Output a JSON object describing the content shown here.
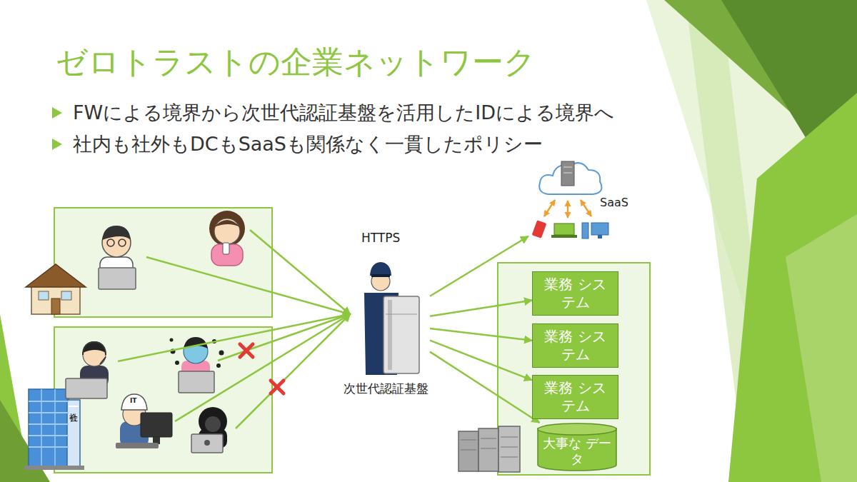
{
  "diagram": {
    "title": "ゼロトラストの企業ネットワーク",
    "nodes": [
      {
        "text": [
          "次世代認証基盤"
        ]
      },
      {
        "text": [
          "SaaS"
        ]
      },
      {
        "text": [
          "業務 システム"
        ]
      },
      {
        "text": [
          "業務 システム"
        ]
      },
      {
        "text": [
          "業務 システム"
        ]
      },
      {
        "text": [
          "大事な データ"
        ]
      }
    ],
    "edges": [
      {
        "from": 0,
        "to": 1,
        "arrow": "to"
      },
      {
        "from": 0,
        "to": 2,
        "arrow": "to"
      },
      {
        "from": 0,
        "to": 3,
        "arrow": "to"
      },
      {
        "from": 0,
        "to": 4,
        "arrow": "to"
      },
      {
        "from": 0,
        "to": 5,
        "arrow": "to"
      }
    ],
    "labels": [
      "FWによる境界から次世代認証基盤を活用したIDによる境界へ",
      "社内も社外もDCもSaaSも関係なく一貫したポリシー",
      "HTTPS",
      "会社",
      "IT"
    ]
  }
}
